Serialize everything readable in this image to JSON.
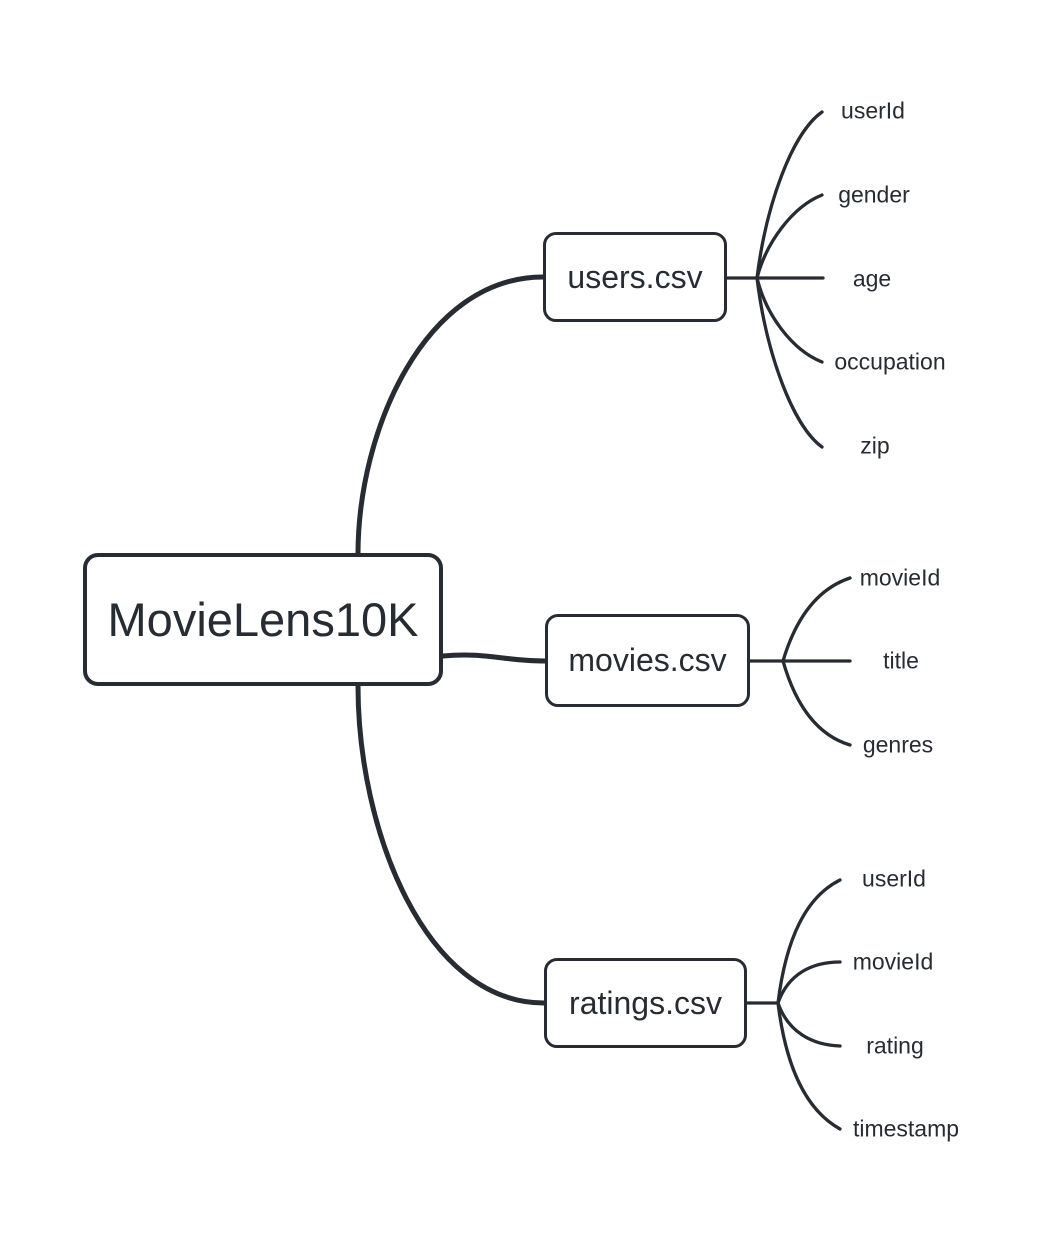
{
  "diagram": {
    "type": "mindmap",
    "colors": {
      "stroke": "#272c33",
      "text": "#272c33",
      "node-bg": "#ffffff",
      "background": "#ffffff"
    },
    "root": {
      "label": "MovieLens10K"
    },
    "branches": [
      {
        "label": "users.csv",
        "leaves": [
          "userId",
          "gender",
          "age",
          "occupation",
          "zip"
        ]
      },
      {
        "label": "movies.csv",
        "leaves": [
          "movieId",
          "title",
          "genres"
        ]
      },
      {
        "label": "ratings.csv",
        "leaves": [
          "userId",
          "movieId",
          "rating",
          "timestamp"
        ]
      }
    ]
  }
}
